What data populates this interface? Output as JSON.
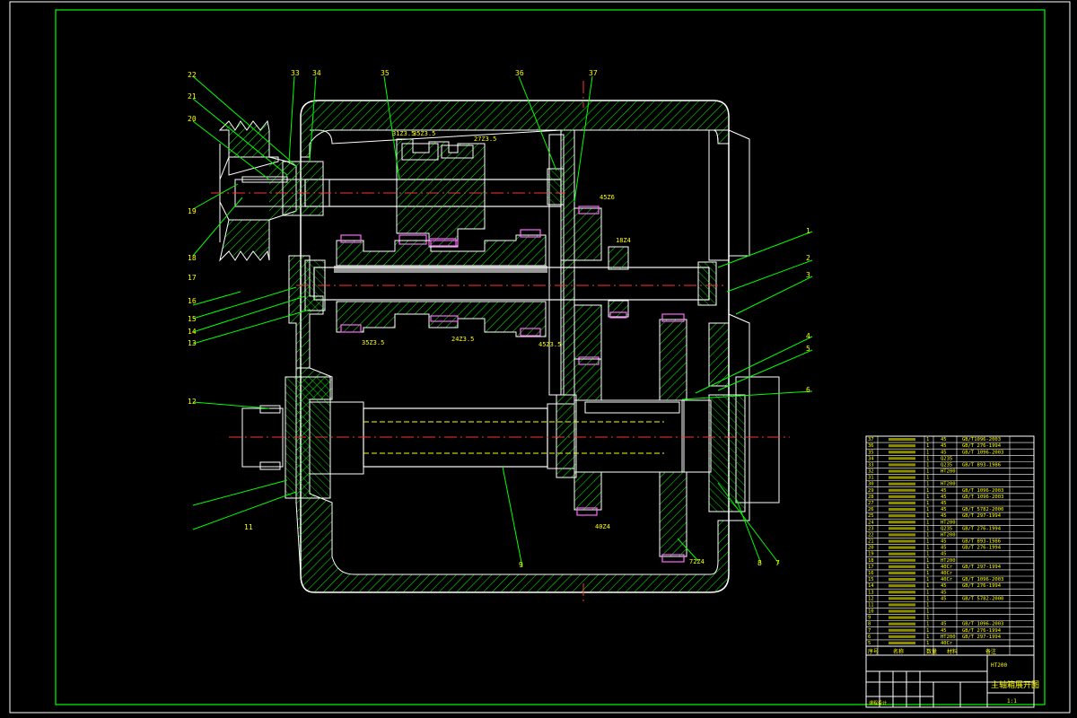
{
  "drawing": {
    "callouts_top": [
      "22",
      "21",
      "20",
      "33",
      "34",
      "35",
      "36",
      "37"
    ],
    "callouts_left": [
      "19",
      "18",
      "17",
      "16",
      "15",
      "14",
      "13",
      "12",
      "11"
    ],
    "callouts_right": [
      "1",
      "2",
      "3",
      "4",
      "5",
      "6",
      "7",
      "8"
    ],
    "callout_shaft": "9",
    "gear_labels": [
      "31Z3.5",
      "35Z3.5",
      "27Z3.5",
      "45Z6",
      "18Z4",
      "35Z3.5",
      "24Z3.5",
      "45Z3.5",
      "40Z4",
      "72Z4"
    ]
  },
  "table": {
    "rows": [
      [
        "37",
        "",
        "1",
        "45",
        "GB/T1096-2003"
      ],
      [
        "36",
        "",
        "1",
        "45",
        "GB/T 276-1994"
      ],
      [
        "35",
        "",
        "1",
        "45",
        "GB/T 1096-2003"
      ],
      [
        "34",
        "",
        "1",
        "Q235",
        ""
      ],
      [
        "33",
        "",
        "1",
        "Q235",
        "GB/T 893-1986"
      ],
      [
        "32",
        "",
        "1",
        "HT200",
        ""
      ],
      [
        "31",
        "",
        "1",
        "",
        ""
      ],
      [
        "30",
        "",
        "1",
        "HT200",
        ""
      ],
      [
        "29",
        "",
        "1",
        "45",
        "GB/T 1096-2003"
      ],
      [
        "28",
        "",
        "1",
        "45",
        "GB/T 1096-2003"
      ],
      [
        "27",
        "",
        "1",
        "45",
        ""
      ],
      [
        "26",
        "",
        "1",
        "45",
        "GB/T 5782-2000"
      ],
      [
        "25",
        "",
        "1",
        "45",
        "GB/T 297-1994"
      ],
      [
        "24",
        "",
        "1",
        "HT200",
        ""
      ],
      [
        "23",
        "",
        "1",
        "Q235",
        "GB/T 276-1994"
      ],
      [
        "22",
        "",
        "1",
        "HT200",
        ""
      ],
      [
        "21",
        "",
        "1",
        "45",
        "GB/T 893-1986"
      ],
      [
        "20",
        "",
        "1",
        "45",
        "GB/T 276-1994"
      ],
      [
        "19",
        "",
        "1",
        "45",
        ""
      ],
      [
        "18",
        "",
        "1",
        "HT200",
        ""
      ],
      [
        "17",
        "",
        "1",
        "40Cr",
        "GB/T 297-1994"
      ],
      [
        "16",
        "",
        "1",
        "40Cr",
        ""
      ],
      [
        "15",
        "",
        "1",
        "40Cr",
        "GB/T 1096-2003"
      ],
      [
        "14",
        "",
        "1",
        "45",
        "GB/T 276-1994"
      ],
      [
        "13",
        "",
        "1",
        "45",
        ""
      ],
      [
        "12",
        "",
        "1",
        "45",
        "GB/T 5782-2000"
      ],
      [
        "11",
        "",
        "1",
        "",
        ""
      ],
      [
        "10",
        "",
        "1",
        "",
        ""
      ],
      [
        "9",
        "",
        "1",
        "",
        ""
      ],
      [
        "8",
        "",
        "1",
        "45",
        "GB/T 1096-2003"
      ],
      [
        "7",
        "",
        "1",
        "45",
        "GB/T 276-1994"
      ],
      [
        "6",
        "",
        "1",
        "HT200",
        "GB/T 297-1994"
      ],
      [
        "5",
        "",
        "1",
        "40Cr",
        ""
      ]
    ],
    "header": [
      "序号",
      "名称",
      "数量",
      "材料",
      "备注"
    ]
  },
  "title_block": {
    "title": "主轴箱展开图",
    "material": "HT200",
    "scale": "1:1",
    "org": "课程设计"
  }
}
